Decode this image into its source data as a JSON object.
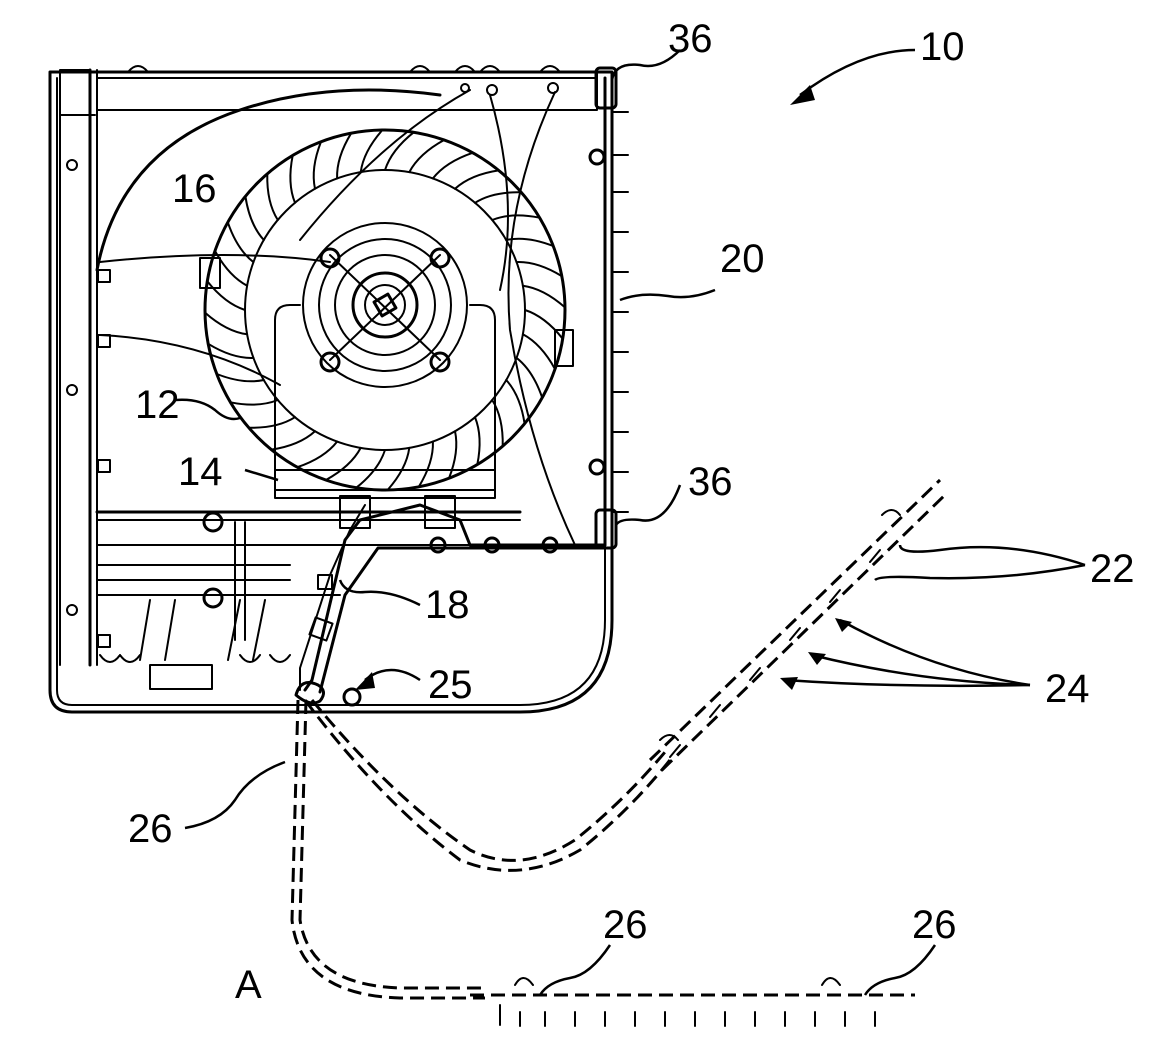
{
  "labels": {
    "ref_10": "10",
    "ref_36_top": "36",
    "ref_36_mid": "36",
    "ref_16": "16",
    "ref_20": "20",
    "ref_12": "12",
    "ref_14": "14",
    "ref_18": "18",
    "ref_25": "25",
    "ref_22": "22",
    "ref_24": "24",
    "ref_26_left": "26",
    "ref_26_mid": "26",
    "ref_26_right": "26",
    "ref_A": "A"
  }
}
